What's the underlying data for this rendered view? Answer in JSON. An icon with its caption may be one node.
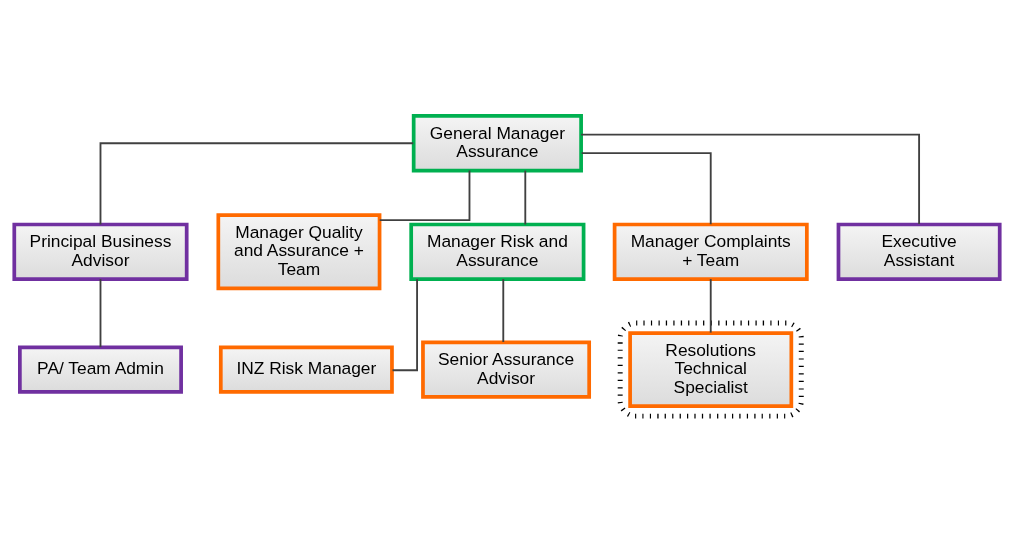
{
  "diagram": {
    "nodes": [
      {
        "text": [
          "General Manager Assurance"
        ]
      },
      {
        "text": [
          "Principal Business Advisor"
        ]
      },
      {
        "text": [
          "Manager Quality and Assurance + Team"
        ]
      },
      {
        "text": [
          "Manager Risk and Assurance"
        ]
      },
      {
        "text": [
          "Manager Complaints + Team"
        ]
      },
      {
        "text": [
          "Executive Assistant"
        ]
      },
      {
        "text": [
          "PA/ Team Admin"
        ]
      },
      {
        "text": [
          "INZ Risk Manager"
        ]
      },
      {
        "text": [],
        "shape": "ellipse"
      },
      {
        "text": [
          "Resolutions Technical Specialist"
        ],
        "in": 8
      },
      {
        "text": [
          "Senior Assurance Advisor"
        ]
      }
    ],
    "edges": [
      {
        "from": 0,
        "to": 1,
        "arrow": "none"
      },
      {
        "from": 0,
        "to": 2,
        "arrow": "none"
      },
      {
        "from": 0,
        "to": 3,
        "arrow": "none"
      },
      {
        "from": 0,
        "to": 4,
        "arrow": "none"
      },
      {
        "from": 0,
        "to": 5,
        "arrow": "none"
      },
      {
        "from": 1,
        "to": 6,
        "arrow": "none"
      },
      {
        "from": 3,
        "to": 7,
        "arrow": "none"
      },
      {
        "from": 3,
        "to": 10,
        "arrow": "none"
      },
      {
        "from": 4,
        "to": 9,
        "arrow": "none"
      }
    ]
  }
}
